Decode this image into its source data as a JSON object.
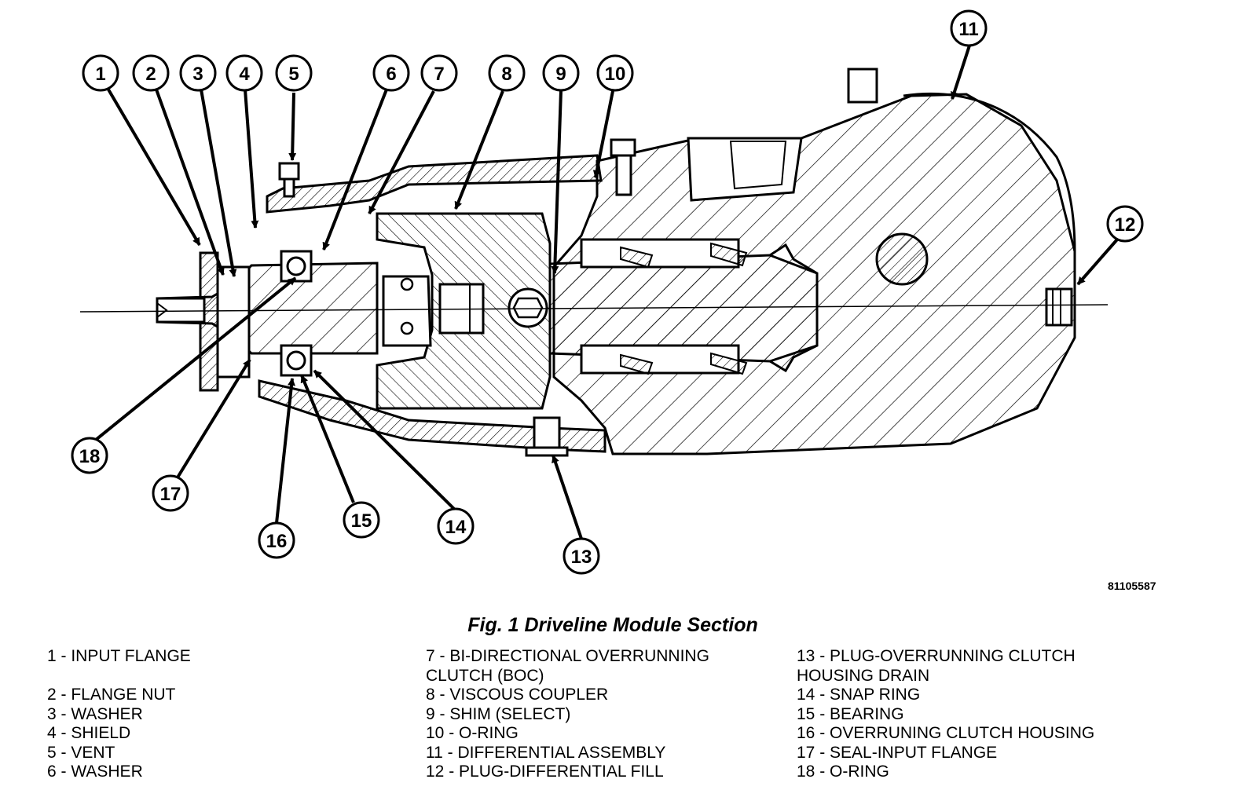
{
  "figure_code": "81105587",
  "caption": "Fig. 1 Driveline Module Section",
  "callouts": [
    "1",
    "2",
    "3",
    "4",
    "5",
    "6",
    "7",
    "8",
    "9",
    "10",
    "11",
    "12",
    "13",
    "14",
    "15",
    "16",
    "17",
    "18"
  ],
  "legend": {
    "col1": [
      "1 - INPUT FLANGE",
      "2 - FLANGE NUT",
      "3 - WASHER",
      "4 - SHIELD",
      "5 - VENT",
      "6 - WASHER"
    ],
    "col2": [
      "7 - BI-DIRECTIONAL OVERRUNNING",
      "CLUTCH (BOC)",
      "8 - VISCOUS COUPLER",
      "9 - SHIM (SELECT)",
      "10 - O-RING",
      "11 - DIFFERENTIAL ASSEMBLY",
      "12 - PLUG-DIFFERENTIAL FILL"
    ],
    "col3": [
      "13 - PLUG-OVERRUNNING CLUTCH",
      "HOUSING DRAIN",
      "14 - SNAP RING",
      "15 - BEARING",
      "16 - OVERRUNING CLUTCH HOUSING",
      "17 - SEAL-INPUT FLANGE",
      "18 - O-RING"
    ]
  }
}
